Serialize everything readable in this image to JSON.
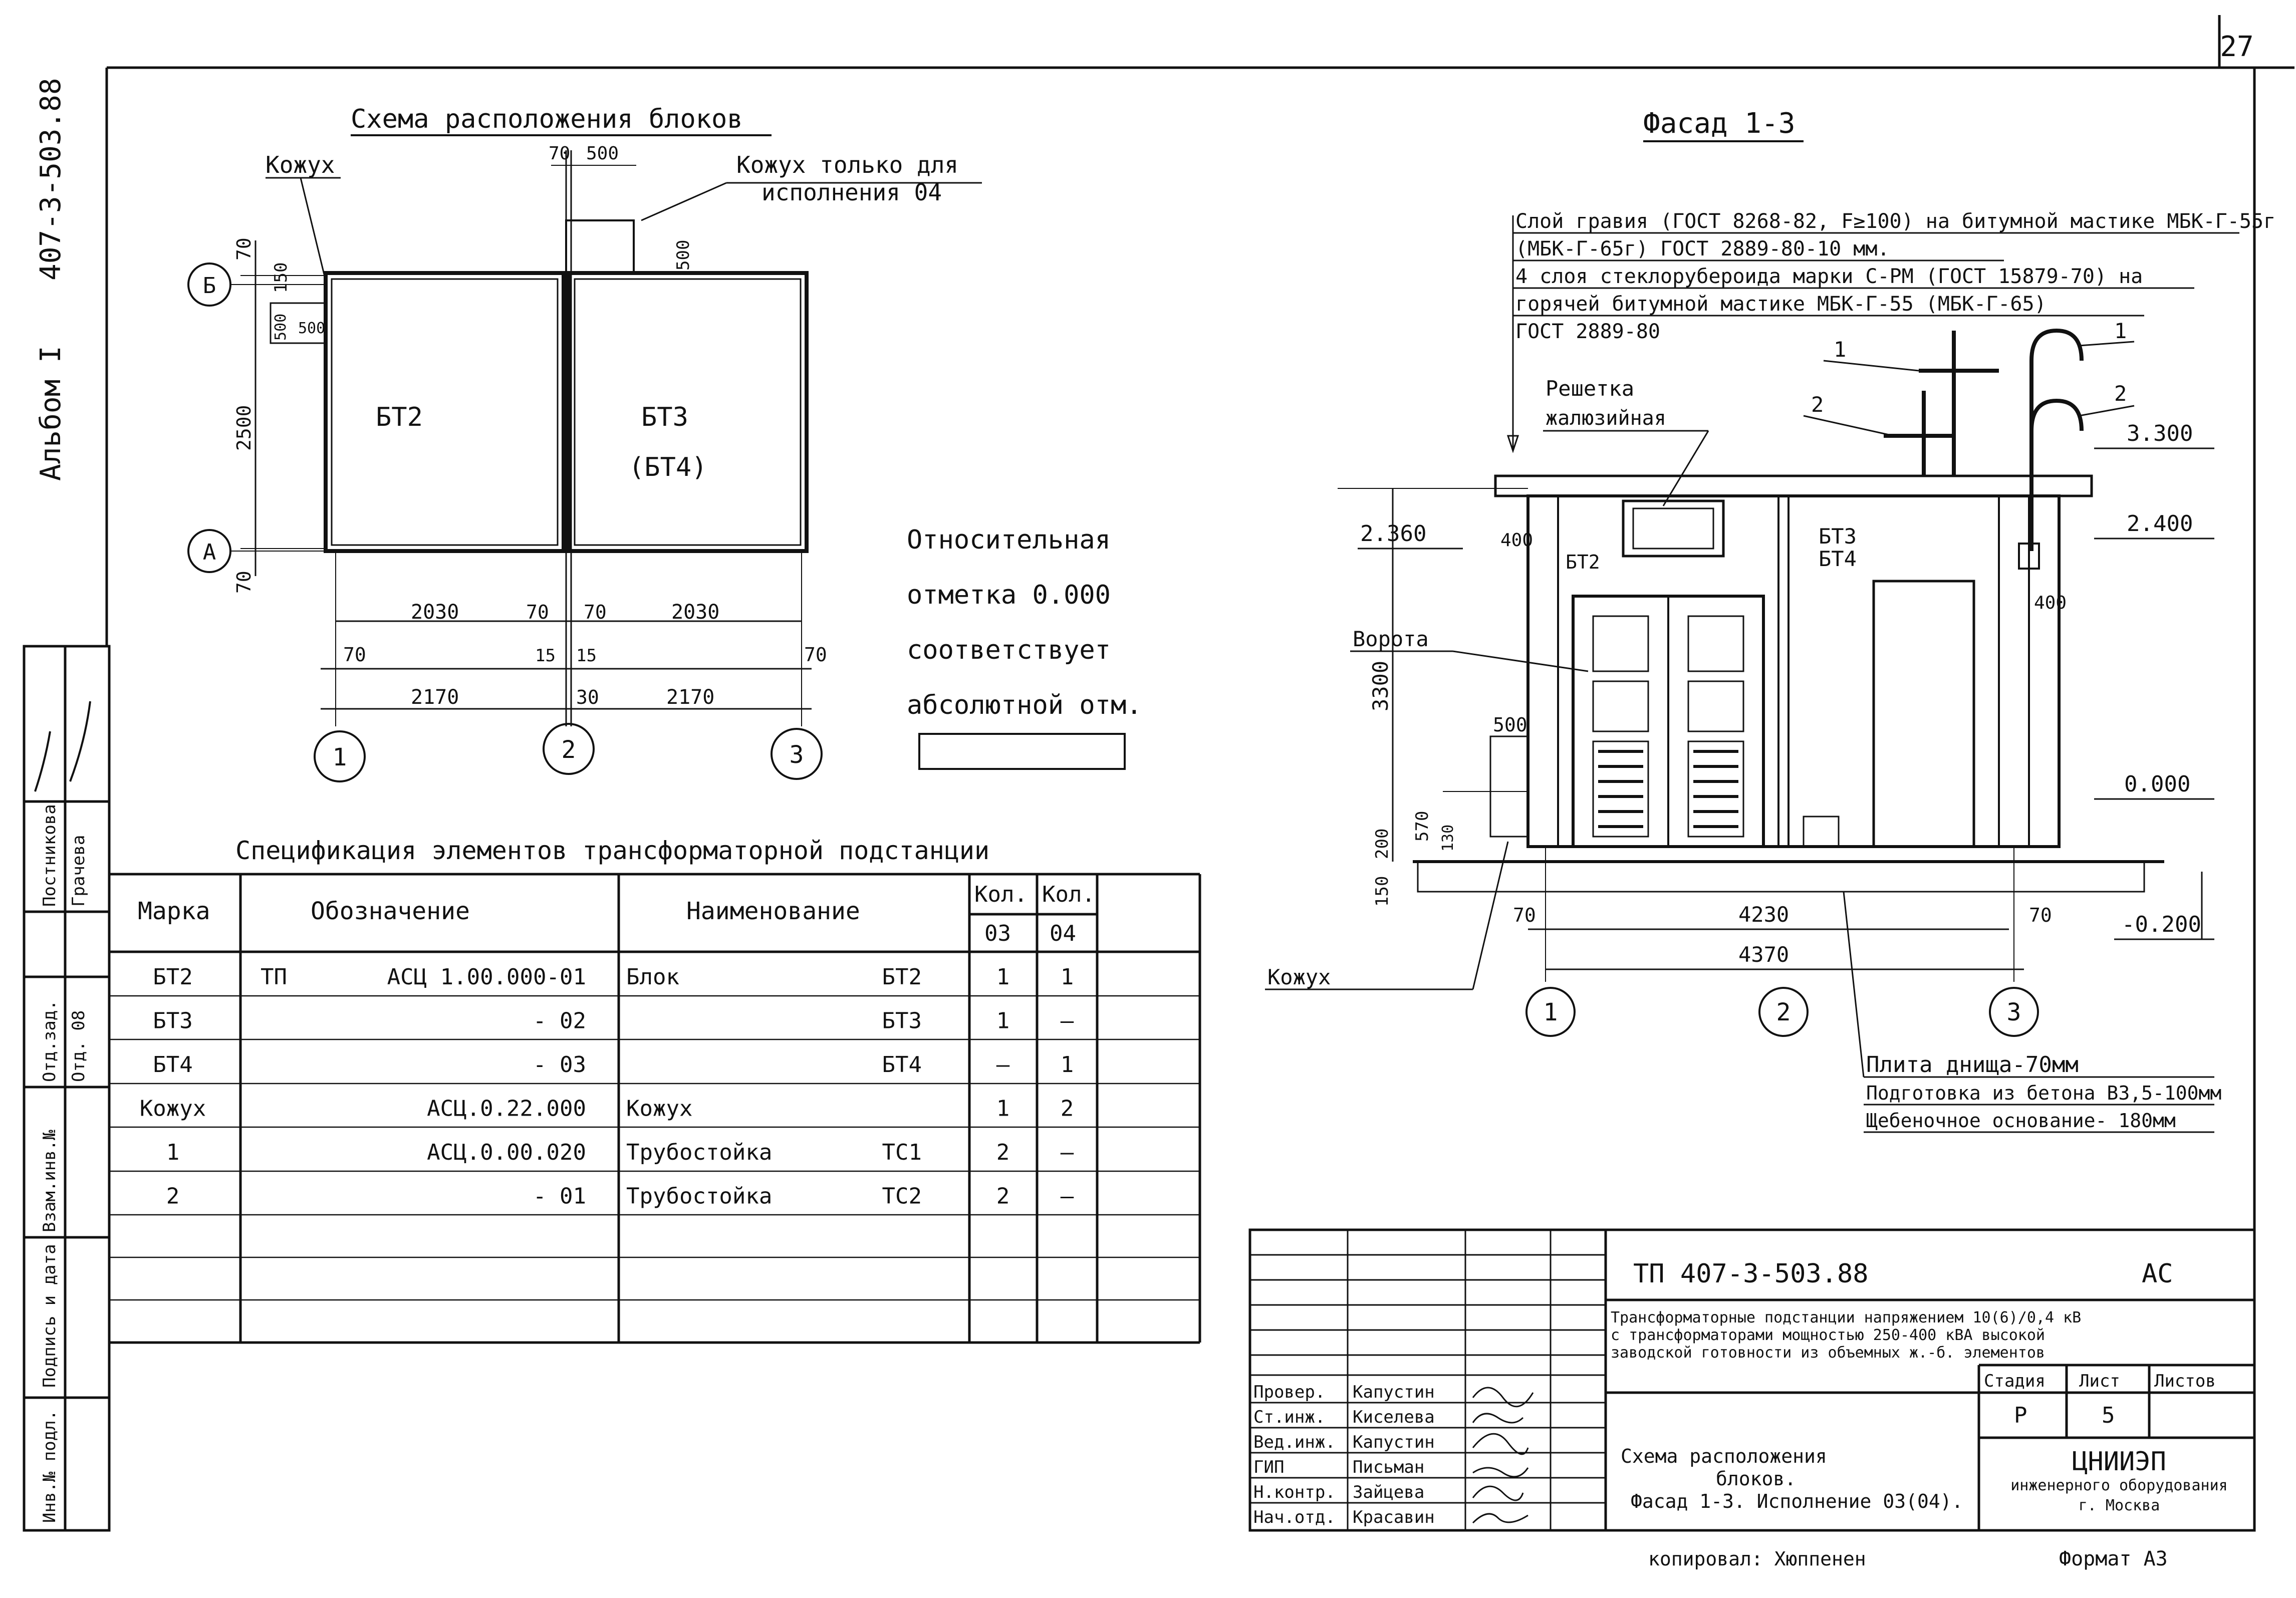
{
  "sheet": {
    "page_number": "27",
    "format": "Формат А3",
    "copied": "копировал: Хюппенен"
  },
  "side": {
    "album": "Альбом I",
    "code": "407-3-503.88",
    "cols": [
      "Инв.№ подл.",
      "Подпись и дата",
      "Взам.инв.№",
      "Отд.зад.",
      "Отд. 08",
      "Постникова",
      "Грачева"
    ]
  },
  "layout_scheme": {
    "title": "Схема расположения блоков",
    "casing": "Кожух",
    "casing_note": [
      "Кожух только для",
      "исполнения 04"
    ],
    "blocks": [
      "БТ2",
      "БТ3",
      "(БТ4)"
    ],
    "axes_letters": [
      "Б",
      "А"
    ],
    "axes_numbers": [
      "1",
      "2",
      "3"
    ],
    "dims": [
      "70",
      "500",
      "500",
      "150",
      "500",
      "500",
      "2500",
      "70",
      "70",
      "2030",
      "70",
      "70",
      "2030",
      "70",
      "15",
      "15",
      "70",
      "2170",
      "30",
      "2170"
    ]
  },
  "relative_mark": {
    "lines": [
      "Относительная",
      "отметка 0.000",
      "соответствует",
      "абсолютной отм."
    ]
  },
  "facade": {
    "title": "Фасад 1-3",
    "notes": [
      "Слой гравия (ГОСТ 8268-82, F≥100) на битумной мастике МБК-Г-55г",
      "(МБК-Г-65г) ГОСТ 2889-80-10 мм.",
      "4 слоя стеклорубероида марки С-РМ (ГОСТ 15879-70) на",
      "горячей битумной мастике МБК-Г-55 (МБК-Г-65)",
      "ГОСТ 2889-80"
    ],
    "grille": [
      "Решетка",
      "жалюзийная"
    ],
    "gate": "Ворота",
    "casing": "Кожух",
    "labels": [
      "БТ2",
      "БТ3",
      "БТ4"
    ],
    "callouts": [
      "1",
      "2",
      "1",
      "2"
    ],
    "levels": [
      "3.300",
      "2.400",
      "2.360",
      "0.000",
      "-0.200"
    ],
    "dims": [
      "400",
      "400",
      "3300",
      "500",
      "570",
      "130",
      "200",
      "150",
      "70",
      "4230",
      "70",
      "4370"
    ],
    "axes": [
      "1",
      "2",
      "3"
    ],
    "base": [
      "Плита днища-70мм",
      "Подготовка из бетона В3,5-100мм",
      "Щебеночное основание- 180мм"
    ]
  },
  "spec": {
    "title": "Спецификация элементов трансформаторной подстанции",
    "headers": {
      "mark": "Марка",
      "designation": "Обозначение",
      "name": "Наименование",
      "qty": "Кол.",
      "v03": "03",
      "v04": "04"
    },
    "rows": [
      {
        "mark": "БТ2",
        "prefix": "ТП",
        "code": "АСЦ 1.00.000-01",
        "name": "Блок",
        "sub": "БТ2",
        "q03": "1",
        "q04": "1"
      },
      {
        "mark": "БТ3",
        "prefix": "",
        "code": "- 02",
        "name": "",
        "sub": "БТ3",
        "q03": "1",
        "q04": "—"
      },
      {
        "mark": "БТ4",
        "prefix": "",
        "code": "- 03",
        "name": "",
        "sub": "БТ4",
        "q03": "—",
        "q04": "1"
      },
      {
        "mark": "Кожух",
        "prefix": "",
        "code": "АСЦ.0.22.000",
        "name": "Кожух",
        "sub": "",
        "q03": "1",
        "q04": "2"
      },
      {
        "mark": "1",
        "prefix": "",
        "code": "АСЦ.0.00.020",
        "name": "Трубостойка",
        "sub": "ТС1",
        "q03": "2",
        "q04": "—"
      },
      {
        "mark": "2",
        "prefix": "",
        "code": "- 01",
        "name": "Трубостойка",
        "sub": "ТС2",
        "q03": "2",
        "q04": "—"
      }
    ]
  },
  "stamp": {
    "doc": "ТП 407-3-503.88",
    "section": "АС",
    "desc": [
      "Трансформаторные подстанции напряжением 10(6)/0,4 кВ",
      "с трансформаторами мощностью 250-400 кВА высокой",
      "заводской готовности из объемных ж.-б. элементов"
    ],
    "stage_h": "Стадия",
    "sheet_h": "Лист",
    "sheets_h": "Листов",
    "stage": "Р",
    "sheet": "5",
    "roles": [
      "Провер.",
      "Ст.инж.",
      "Вед.инж.",
      "ГИП",
      "Н.контр.",
      "Нач.отд."
    ],
    "names": [
      "Капустин",
      "Киселева",
      "Капустин",
      "Письман",
      "Зайцева",
      "Красавин"
    ],
    "drawing": [
      "Схема расположения",
      "блоков.",
      "Фасад 1-3. Исполнение 03(04)."
    ],
    "org": [
      "ЦНИИЭП",
      "инженерного оборудования",
      "г. Москва"
    ]
  }
}
